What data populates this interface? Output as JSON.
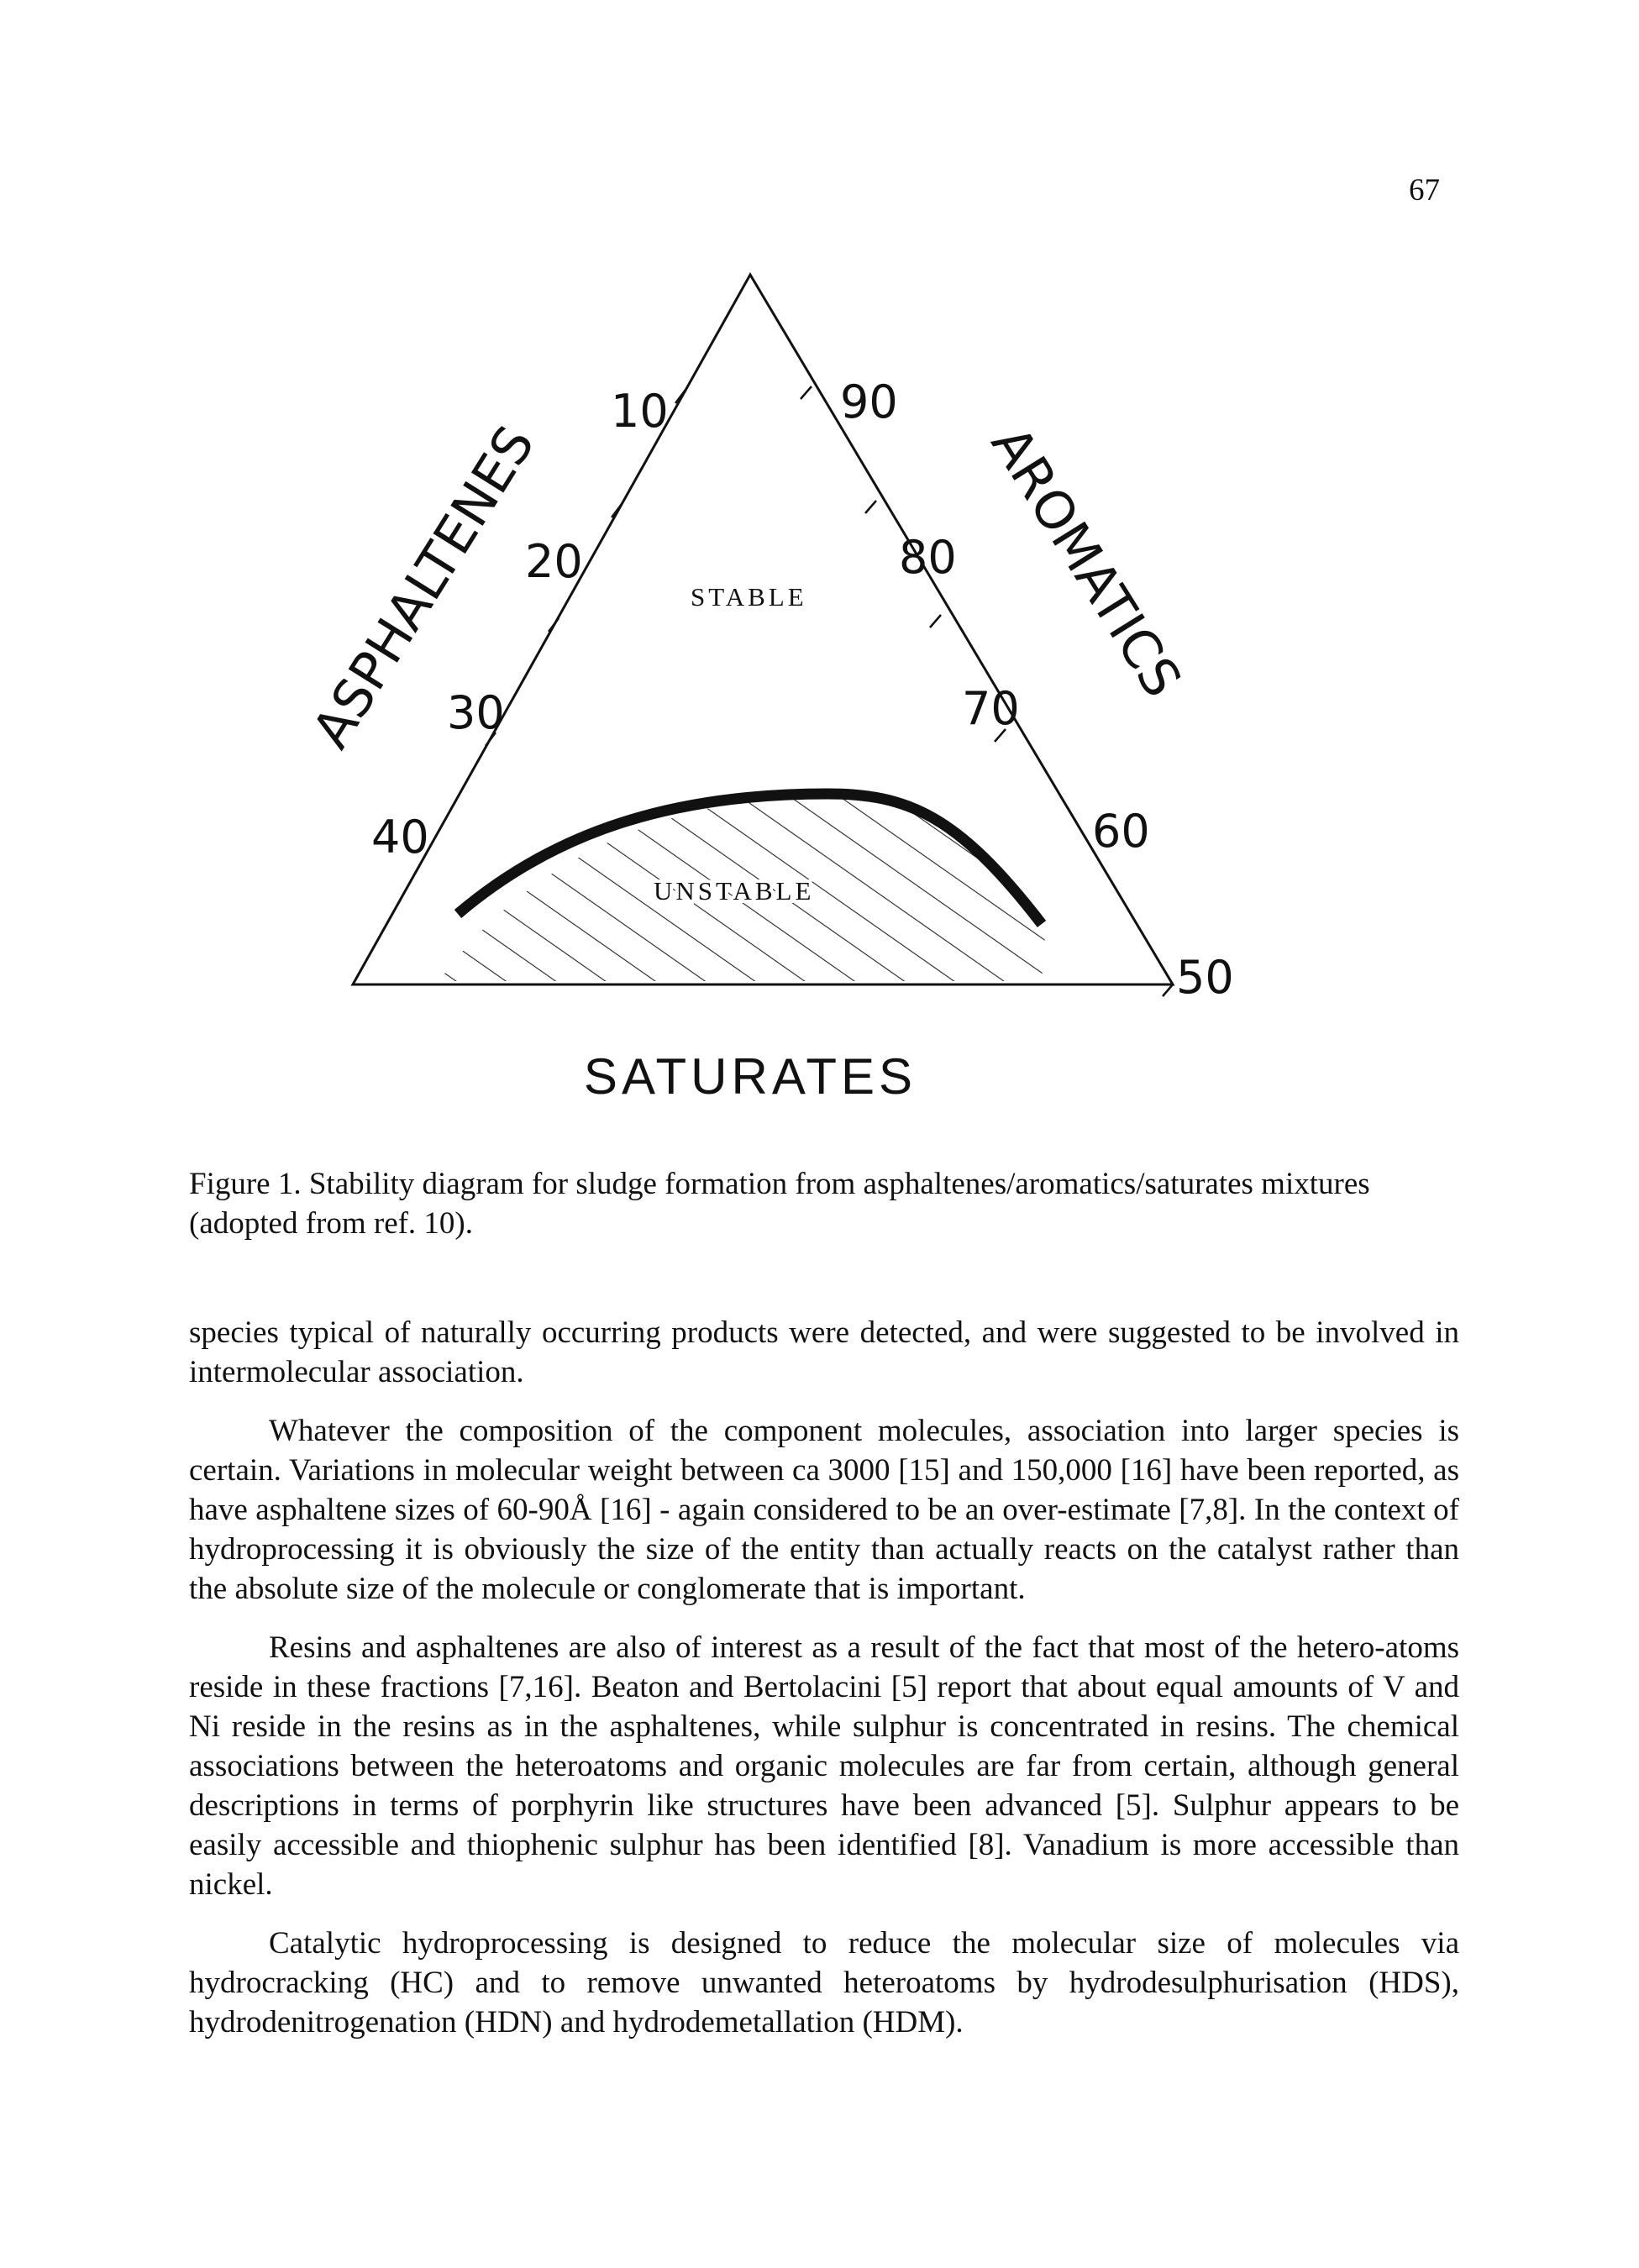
{
  "page_number": "67",
  "figure": {
    "axis_left_label": "ASPHALTENES",
    "axis_right_label": "AROMATICS",
    "axis_bottom_label": "SATURATES",
    "left_ticks": [
      "10",
      "20",
      "30",
      "40"
    ],
    "right_ticks": [
      "90",
      "80",
      "70",
      "60",
      "50"
    ],
    "region_stable_label": "STABLE",
    "region_unstable_label": "UNSTABLE"
  },
  "caption": {
    "line1": "Figure  1. Stability diagram for sludge formation from asphaltenes/aromatics/saturates mixtures",
    "line2": "(adopted from ref. 10)."
  },
  "paragraphs": [
    "species typical of naturally occurring products were detected, and were suggested to be involved in intermolecular association.",
    "Whatever the composition of the component molecules, association into larger species is certain. Variations in molecular weight between ca 3000 [15] and 150,000 [16] have been reported, as have asphaltene sizes of 60-90Å [16] - again considered to be an over-estimate [7,8]. In the context of hydroprocessing it is obviously the size of the entity than actually reacts on the catalyst rather than the absolute size of the molecule or conglomerate that is important.",
    "Resins and asphaltenes are also of interest as a result of the fact that most of the hetero-atoms reside in these fractions [7,16]. Beaton and Bertolacini [5] report that about equal amounts of V and Ni reside in the resins as in the asphaltenes, while sulphur is concentrated in resins. The chemical associations between the heteroatoms and organic molecules are far from certain, although general descriptions in terms of porphyrin like structures have been advanced [5]. Sulphur appears to be easily accessible and thiophenic sulphur has been identified [8]. Vanadium is more accessible than nickel.",
    "Catalytic hydroprocessing is designed to reduce the molecular size of molecules via hydrocracking (HC) and to remove unwanted heteroatoms by hydrodesulphurisation (HDS), hydrodenitrogenation (HDN) and hydrodemetallation (HDM)."
  ]
}
